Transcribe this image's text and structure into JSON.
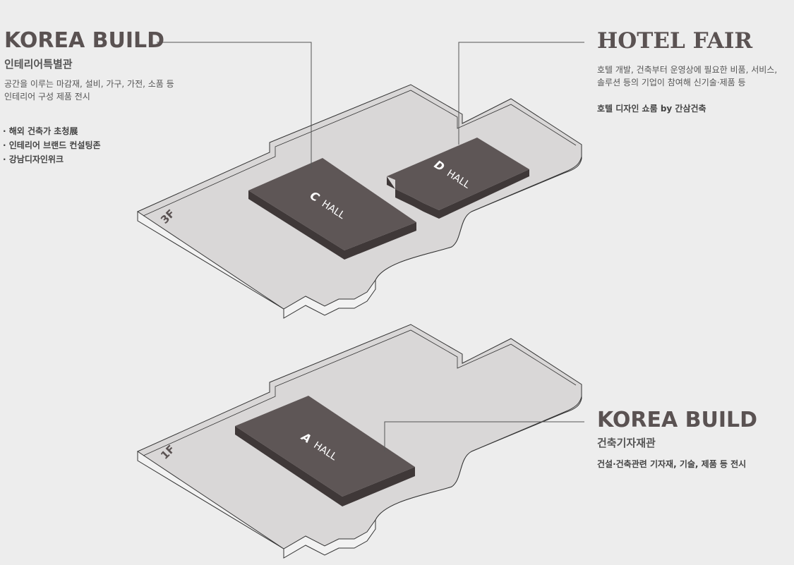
{
  "korea_build_top": {
    "title": "KOREA BUILD",
    "subtitle": "인테리어특별관",
    "desc_line1": "공간을 이루는 마감재, 설비, 가구, 가전, 소품 등",
    "desc_line2": "인테리어 구성 제품 전시",
    "bullets": [
      "· 해외 건축가 초청展",
      "· 인테리어 브랜드 컨설팅존",
      "· 강남디자인위크"
    ]
  },
  "hotel_fair": {
    "title": "HOTEL FAIR",
    "desc_line1": "호텔 개발, 건축부터 운영상에 필요한 비품, 서비스,",
    "desc_line2": "솔루션 등의 기업이 참여해 신기술·제품 등",
    "highlight": "호텔 디자인 쇼룸 by 간삼건축"
  },
  "korea_build_bottom": {
    "title": "KOREA BUILD",
    "subtitle": "건축기자재관",
    "desc": "건설·건축관련 기자재, 기술, 제품 등 전시"
  },
  "floors": {
    "upper": "3F",
    "lower": "1F"
  },
  "halls": {
    "c": {
      "letter": "C",
      "word": "HALL"
    },
    "d": {
      "letter": "D",
      "word": "HALL"
    },
    "a": {
      "letter": "A",
      "word": "HALL"
    }
  },
  "colors": {
    "hall_top": "#5e5656",
    "hall_side": "#3f3838",
    "floor_top": "#d8d6d6",
    "floor_edge": "#333333",
    "text_dark": "#5a5252"
  }
}
